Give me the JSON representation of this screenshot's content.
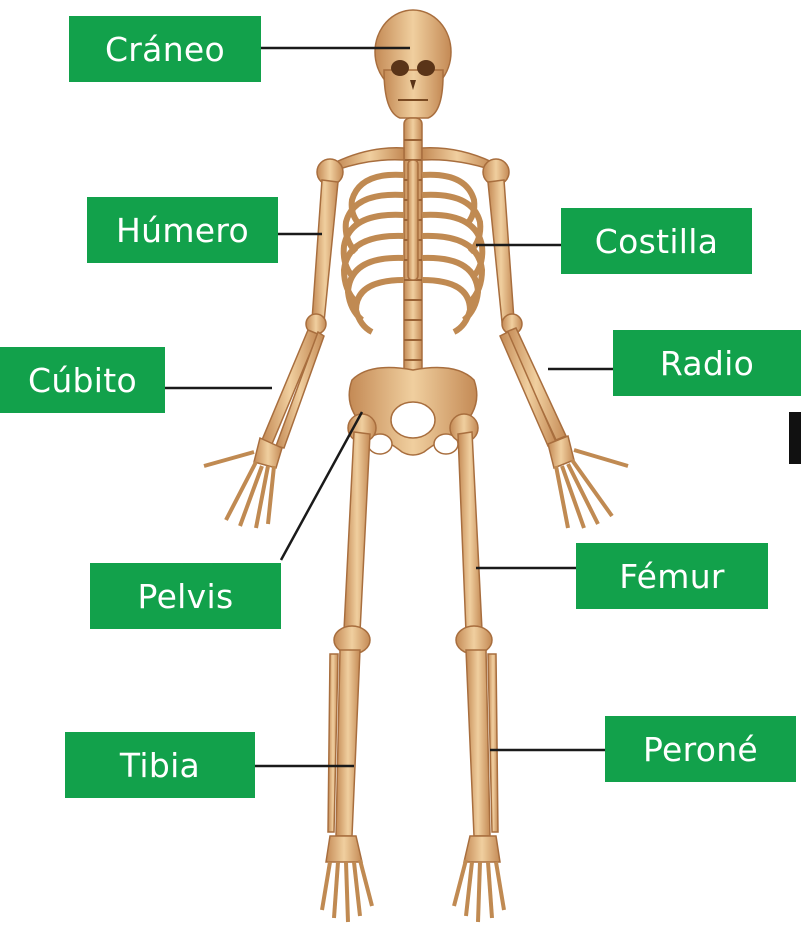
{
  "colors": {
    "label_bg": "#12a14b",
    "label_text": "#ffffff",
    "leader_line": "#1a1a1a",
    "bone": "#e3b583",
    "bone_dark": "#b27846",
    "bone_light": "#f4d7ad"
  },
  "labels": {
    "craneo": "Cráneo",
    "humero": "Húmero",
    "costilla": "Costilla",
    "cubito": "Cúbito",
    "radio": "Radio",
    "pelvis": "Pelvis",
    "femur": "Fémur",
    "tibia": "Tibia",
    "perone": "Peroné"
  }
}
